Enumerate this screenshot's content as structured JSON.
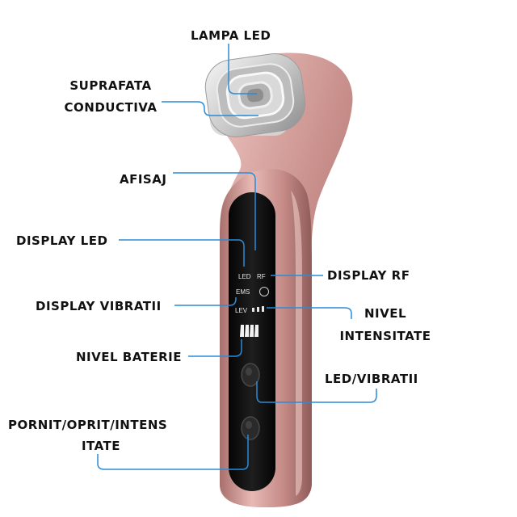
{
  "labels": {
    "lampa_led": "LAMPA LED",
    "suprafata_line1": "SUPRAFATA",
    "suprafata_line2": "CONDUCTIVA",
    "afisaj": "AFISAJ",
    "display_led": "DISPLAY LED",
    "display_rf": "DISPLAY RF",
    "display_vibratii": "DISPLAY VIBRATII",
    "nivel_line1": "NIVEL",
    "nivel_line2": "INTENSITATE",
    "nivel_baterie": "NIVEL BATERIE",
    "led_vibratii": "LED/VIBRATII",
    "pornit_line1": "PORNIT/OPRIT/INTENS",
    "pornit_line2": "ITATE"
  },
  "device_screen": {
    "led": "LED",
    "rf": "RF",
    "ems": "EMS",
    "lev": "LEV"
  },
  "colors": {
    "leader_line": "#2a8bd8",
    "device_body": "#c98f8c",
    "device_panel": "#151515"
  }
}
